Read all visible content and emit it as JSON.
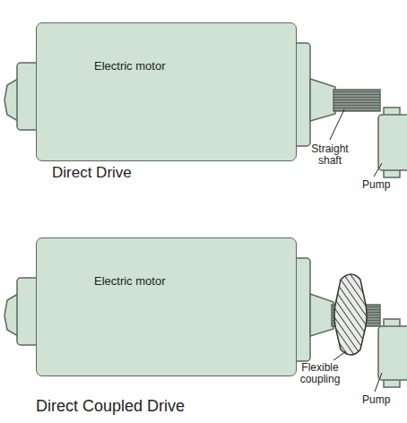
{
  "diagram": {
    "nodes": [
      {
        "text": [
          "Electric motor"
        ]
      },
      {
        "text": [
          "Electric motor"
        ]
      }
    ],
    "labels": [
      "Straight shaft",
      "Pump",
      "Direct Drive",
      "Flexible coupling",
      "Pump",
      "Direct Coupled Drive"
    ]
  }
}
